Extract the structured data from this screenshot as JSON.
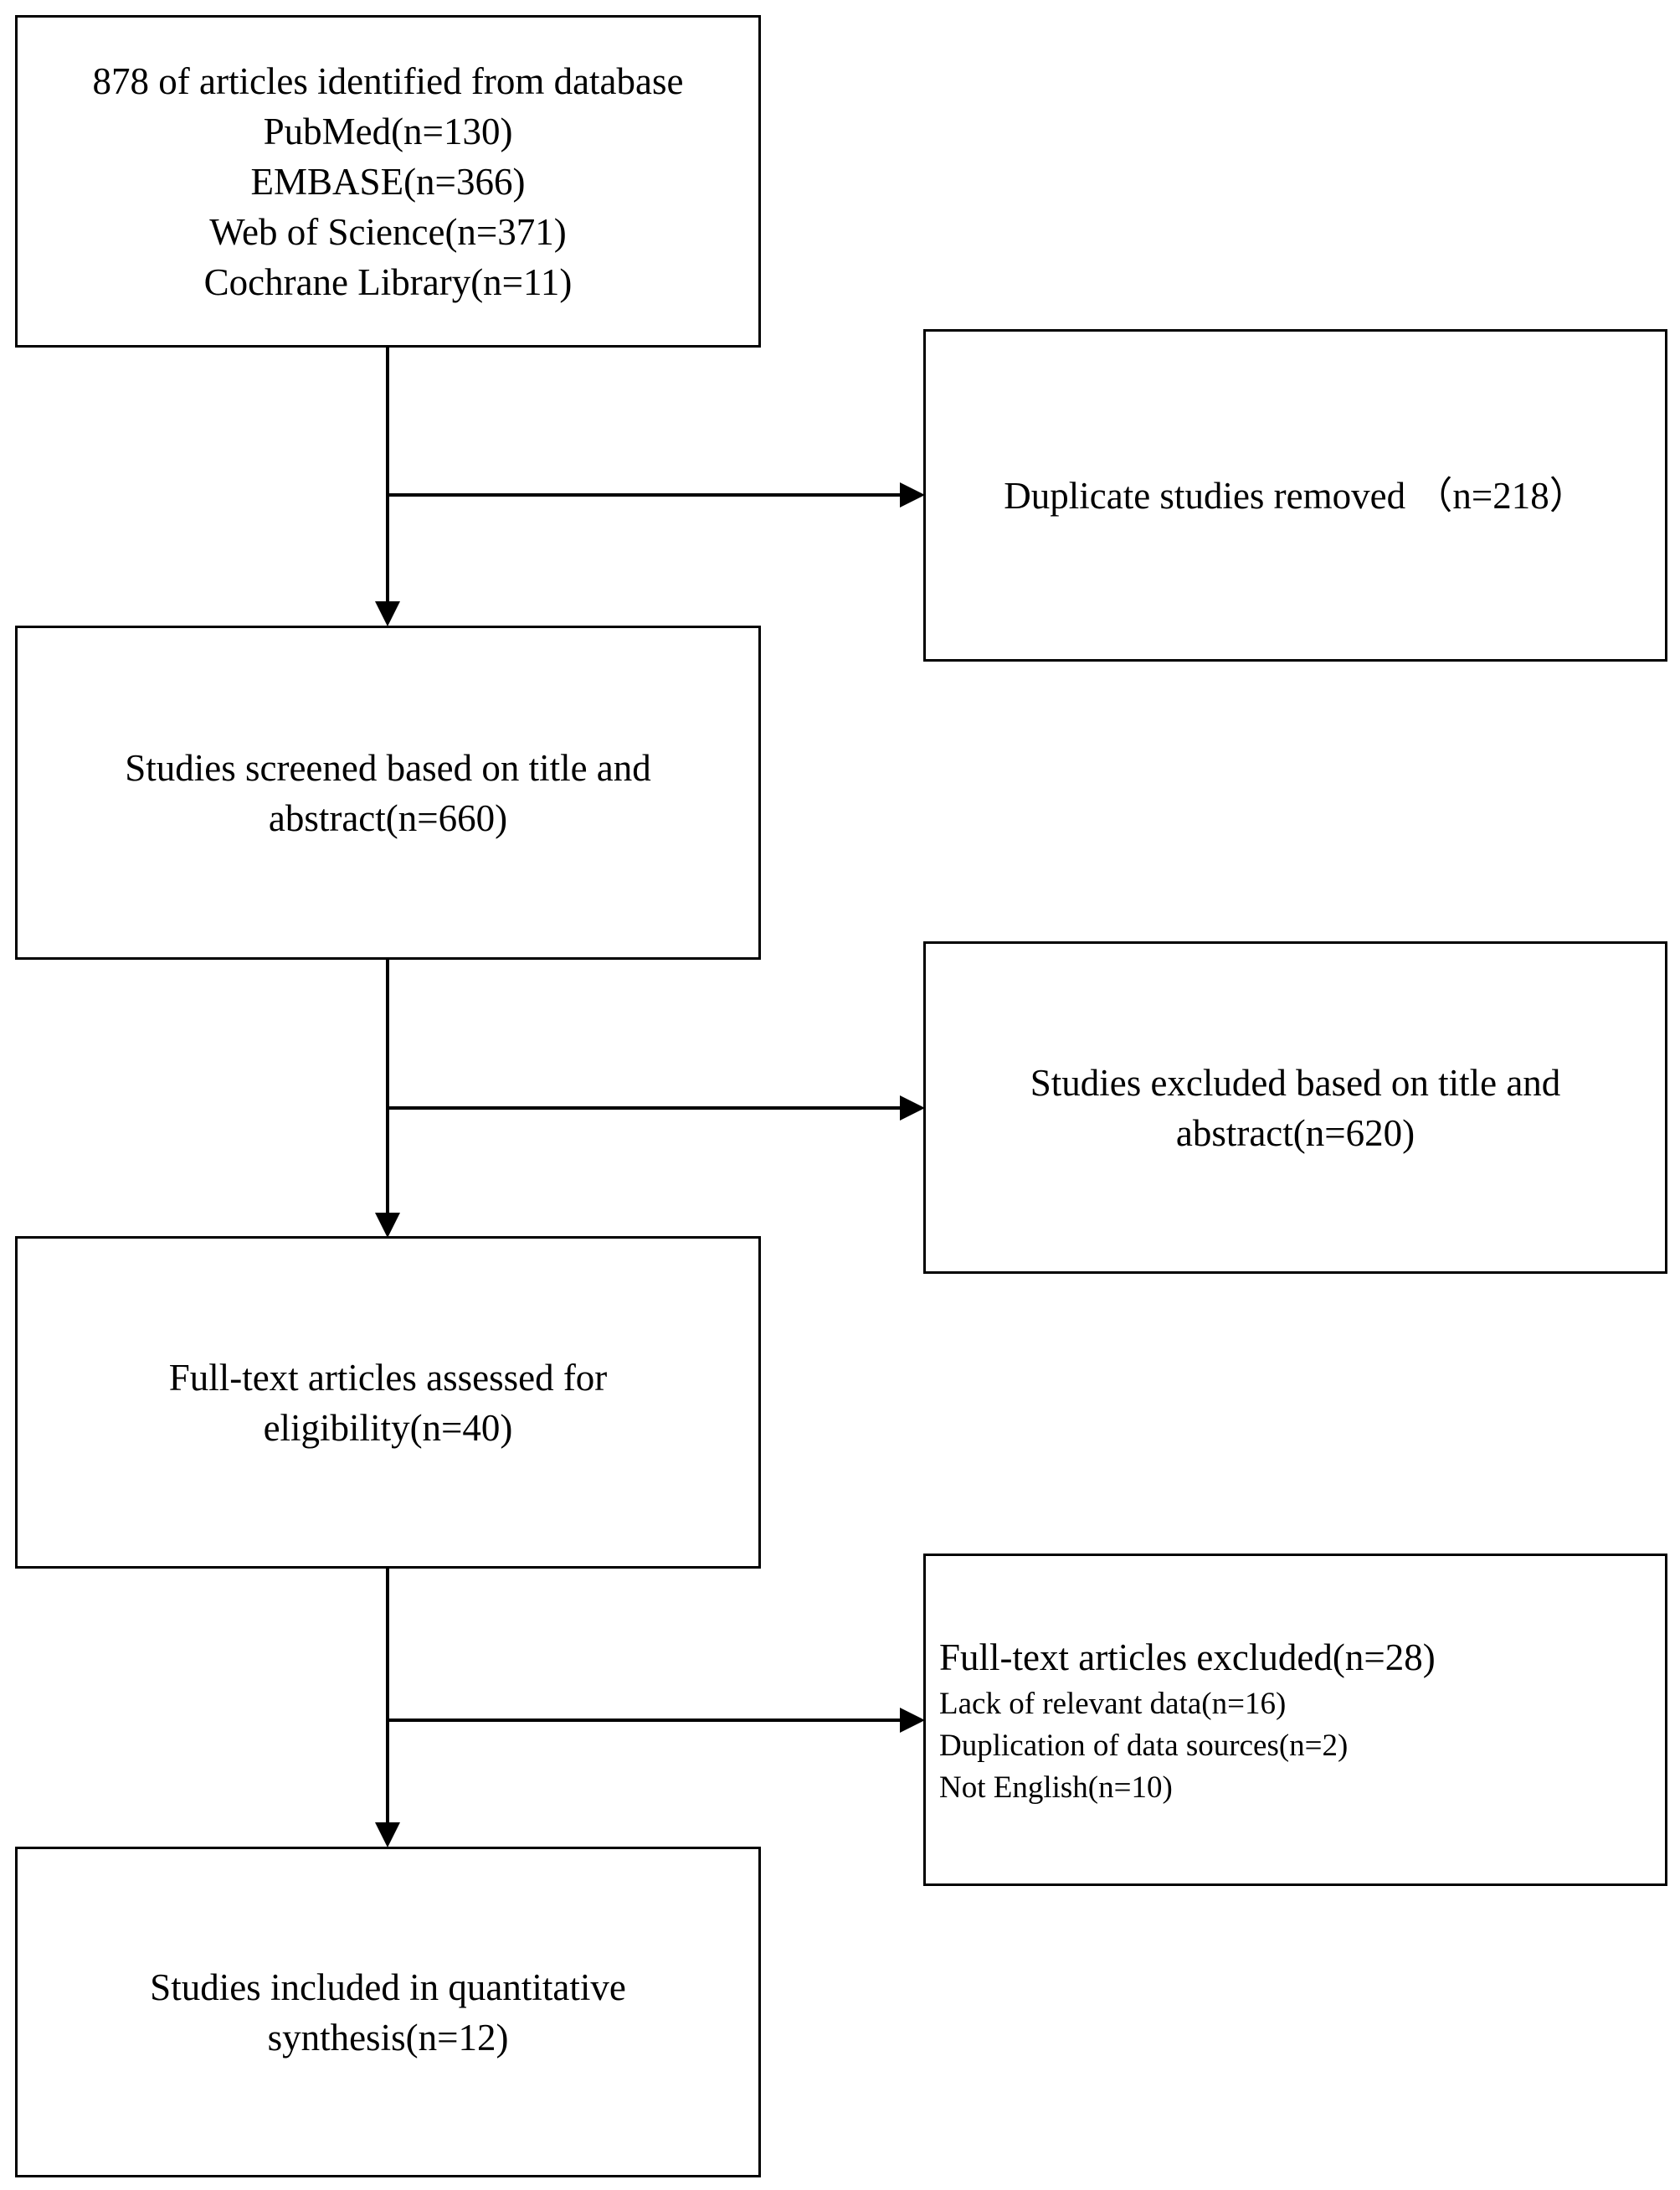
{
  "boxes": {
    "identified": {
      "lines": [
        "878 of articles identified from database",
        "PubMed(n=130)",
        "EMBASE(n=366)",
        "Web of Science(n=371)",
        "Cochrane Library(n=11)"
      ]
    },
    "duplicates": {
      "text": "Duplicate studies removed （n=218）"
    },
    "screened": {
      "lines": [
        "Studies screened based on title and",
        "abstract(n=660)"
      ]
    },
    "excluded_title": {
      "lines": [
        "Studies excluded based on title and",
        "abstract(n=620)"
      ]
    },
    "fulltext_assessed": {
      "lines": [
        "Full-text articles assessed for",
        "eligibility(n=40)"
      ]
    },
    "fulltext_excluded": {
      "heading": "Full-text articles excluded(n=28)",
      "reasons": [
        "Lack of relevant data(n=16)",
        "Duplication of data sources(n=2)",
        "Not English(n=10)"
      ]
    },
    "included": {
      "lines": [
        "Studies included in quantitative",
        "synthesis(n=12)"
      ]
    }
  },
  "colors": {
    "stroke": "#000000",
    "background": "#ffffff"
  }
}
